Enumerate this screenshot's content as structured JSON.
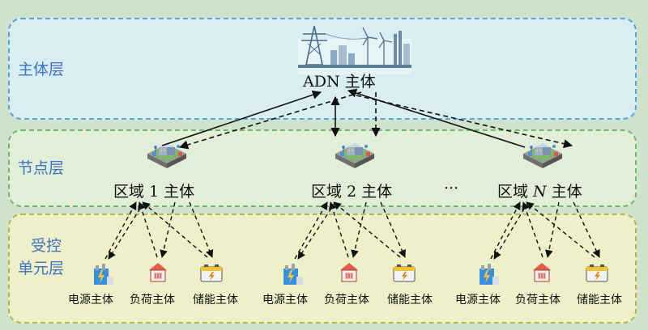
{
  "layers": {
    "top_label": "主体层",
    "mid_label": "节点层",
    "bottom_label_line1": "受控",
    "bottom_label_line2": "单元层"
  },
  "adn": {
    "label": "ADN 主体"
  },
  "regions": [
    {
      "label": "区域 1 主体"
    },
    {
      "label": "区域 2 主体"
    },
    {
      "prefix": "区域 ",
      "n": "N",
      "suffix": " 主体"
    }
  ],
  "ellipsis": "···",
  "unit_groups": [
    {
      "units": [
        "电源主体",
        "负荷主体",
        "储能主体"
      ]
    },
    {
      "units": [
        "电源主体",
        "负荷主体",
        "储能主体"
      ]
    },
    {
      "units": [
        "电源主体",
        "负荷主体",
        "储能主体"
      ]
    }
  ],
  "colors": {
    "top_layer_bg": "#d9eef2",
    "mid_layer_bg": "#e2eed7",
    "bottom_layer_bg": "#edf0c8",
    "layer_label": "#3f72c2"
  }
}
